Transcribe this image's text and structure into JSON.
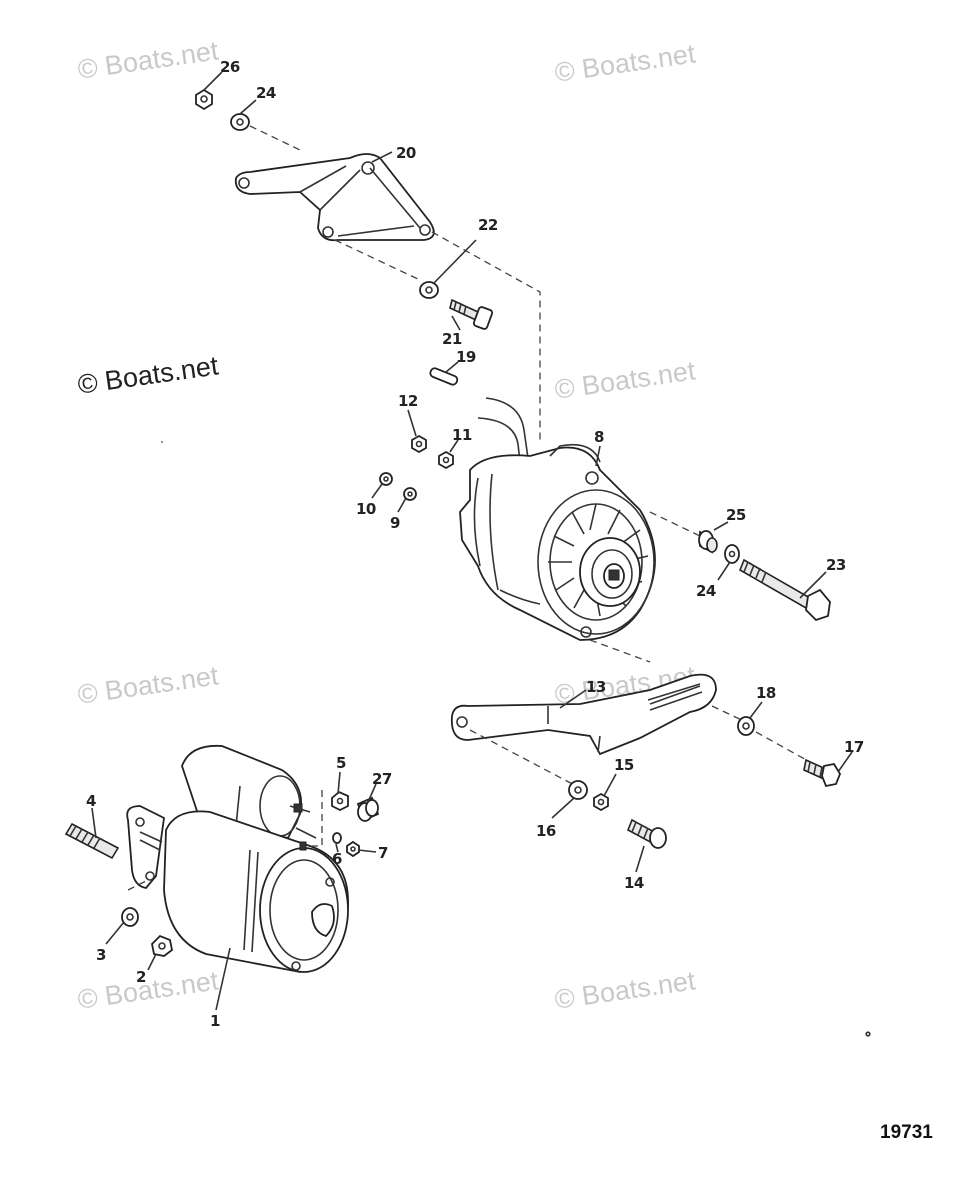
{
  "watermark": "© Boats.net",
  "drawing_number": "19731",
  "callouts": {
    "c1": "1",
    "c2": "2",
    "c3": "3",
    "c4": "4",
    "c5": "5",
    "c6": "6",
    "c7": "7",
    "c8": "8",
    "c9": "9",
    "c10": "10",
    "c11": "11",
    "c12": "12",
    "c13": "13",
    "c14": "14",
    "c15": "15",
    "c16": "16",
    "c17": "17",
    "c18": "18",
    "c19": "19",
    "c20": "20",
    "c21": "21",
    "c22": "22",
    "c23": "23",
    "c24a": "24",
    "c24b": "24",
    "c25": "25",
    "c26": "26",
    "c27": "27"
  }
}
